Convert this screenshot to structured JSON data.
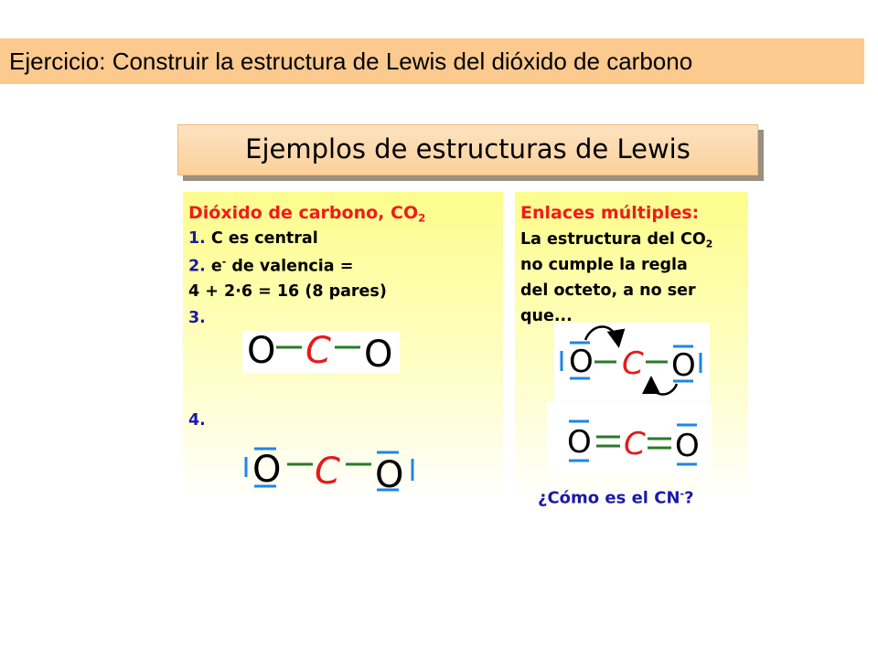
{
  "slide": {
    "title": "Ejercicio: Construir la estructura de Lewis del dióxido de carbono"
  },
  "banner": {
    "title": "Ejemplos de estructuras de Lewis"
  },
  "left_panel": {
    "heading": "Dióxido de carbono, CO",
    "heading_sub": "2",
    "step1_num": "1.",
    "step1_text": " C es central",
    "step2_num": "2.",
    "step2_text_a": " e",
    "step2_sup": "-",
    "step2_text_b": " de valencia =",
    "step2_calc": "4 + 2·6 = 16 (8 pares)",
    "step3_num": "3.",
    "step4_num": "4."
  },
  "right_panel": {
    "heading": "Enlaces múltiples:",
    "line1_a": "La estructura del CO",
    "line1_sub": "2",
    "line2": "no cumple la regla",
    "line3": "del octeto, a no ser",
    "line4": "que..."
  },
  "atoms": {
    "oxygen": "O",
    "carbon": "C"
  },
  "question": {
    "text_a": "¿Cómo es el CN",
    "sup": "-",
    "text_b": "?"
  },
  "colors": {
    "title_bar": "#fcc98e",
    "heading_red": "#ee1c1c",
    "number_blue": "#1a1aa8",
    "pair_blue": "#1e86e6",
    "carbon_red": "#e41b1b"
  }
}
